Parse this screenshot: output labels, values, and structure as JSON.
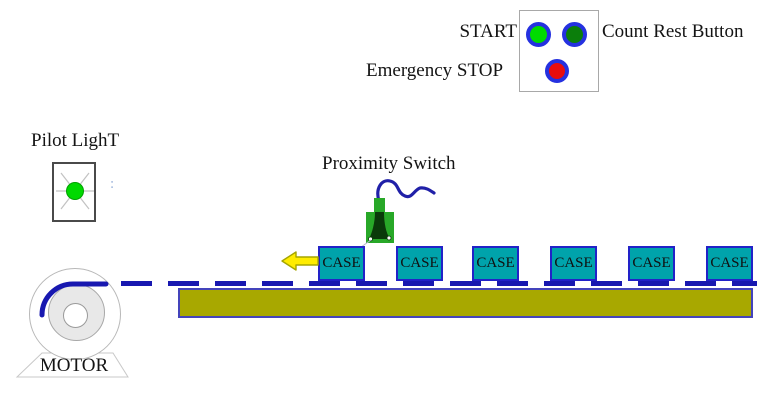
{
  "control_panel": {
    "start_label": "START",
    "count_rest_label": "Count Rest Button",
    "emergency_stop_label": "Emergency STOP",
    "buttons": [
      {
        "name": "start",
        "color": "#00db00"
      },
      {
        "name": "count-rest",
        "color": "#0b7e0b"
      },
      {
        "name": "emergency-stop",
        "color": "#e80d0d"
      }
    ],
    "button_ring_color": "#2531e0"
  },
  "pilot_light": {
    "label": "Pilot LighT",
    "lamp_color": "#00d900"
  },
  "artifact_colon": ":",
  "proximity_switch": {
    "label": "Proximity Switch",
    "body_color": "#28a828",
    "cable_color": "#2020a8"
  },
  "conveyor": {
    "cases": [
      "CASE",
      "CASE",
      "CASE",
      "CASE",
      "CASE",
      "CASE"
    ],
    "case_fill": "#00a3ab",
    "case_border": "#2222c8",
    "belt_color": "#a8a800",
    "dash_color": "#1818b0",
    "direction_arrow_color": "#ffec00"
  },
  "motor": {
    "label": "MOTOR"
  }
}
